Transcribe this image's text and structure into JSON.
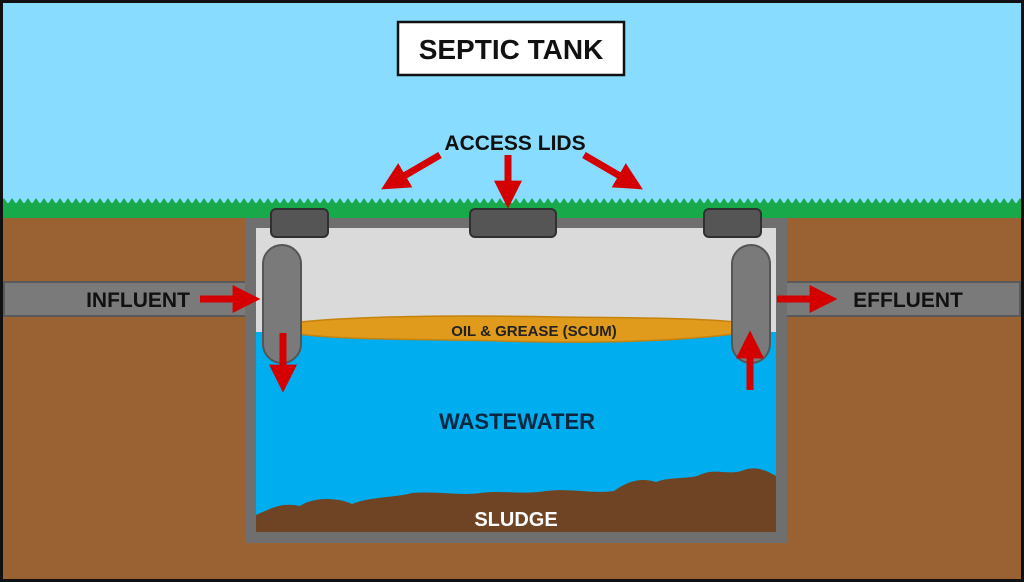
{
  "diagram": {
    "title": "SEPTIC TANK",
    "labels": {
      "access_lids": "ACCESS LIDS",
      "influent": "INFLUENT",
      "effluent": "EFFLUENT",
      "scum": "OIL & GREASE (SCUM)",
      "wastewater": "WASTEWATER",
      "sludge": "SLUDGE"
    },
    "colors": {
      "sky": "#87dcff",
      "grass": "#17a94a",
      "soil": "#9a6232",
      "tank_wall": "#6f6f6f",
      "air_space": "#dadada",
      "wastewater": "#00aeef",
      "scum": "#e09a1c",
      "sludge": "#6e4424",
      "pipe": "#7a7a7a",
      "lid": "#555555",
      "arrow": "#d40000"
    }
  }
}
